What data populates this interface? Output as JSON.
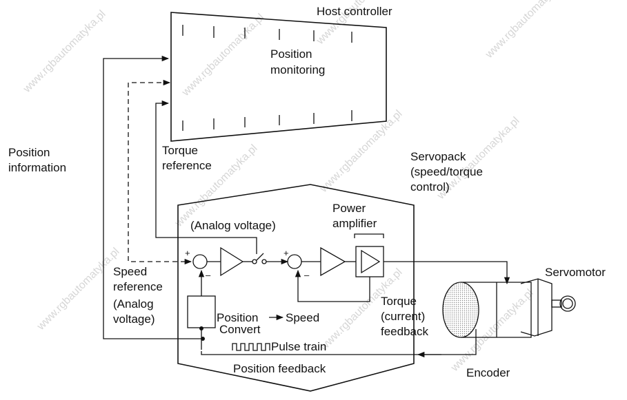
{
  "watermark": "www.rgbautomatyka.pl",
  "labels": {
    "host_controller": "Host controller",
    "position_monitoring_1": "Position",
    "position_monitoring_2": "monitoring",
    "position_information_1": "Position",
    "position_information_2": "information",
    "torque_reference_1": "Torque",
    "torque_reference_2": "reference",
    "servopack_1": "Servopack",
    "servopack_2": "(speed/torque",
    "servopack_3": "control)",
    "power_amplifier_1": "Power",
    "power_amplifier_2": "amplifier",
    "analog_voltage_top": "(Analog voltage)",
    "speed_reference_1": "Speed",
    "speed_reference_2": "reference",
    "analog_voltage_1": "(Analog",
    "analog_voltage_2": "voltage)",
    "position_speed_convert_a": "Position",
    "position_speed_convert_b": "Speed",
    "position_speed_convert_c": "Convert",
    "torque_feedback_1": "Torque",
    "torque_feedback_2": "(current)",
    "torque_feedback_3": "feedback",
    "pulse_train": "Pulse train",
    "position_feedback": "Position feedback",
    "servomotor": "Servomotor",
    "encoder": "Encoder",
    "plus": "+",
    "minus": "–"
  }
}
